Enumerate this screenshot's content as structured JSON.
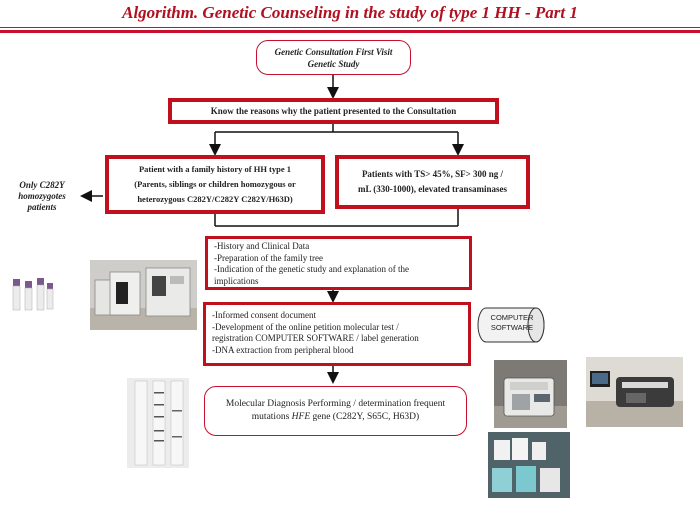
{
  "title": "Algorithm. Genetic Counseling in the study of type 1 HH - Part 1",
  "first_visit": {
    "line1": "Genetic Consultation First Visit",
    "line2": "Genetic Study"
  },
  "reasons": "Know the reasons why the patient presented to the Consultation",
  "family_history": {
    "line1": "Patient with a family history of HH type 1",
    "line2": "(Parents, siblings or children homozygous or",
    "line3": "heterozygous C282Y/C282Y C282Y/H63D)"
  },
  "patients_ts": {
    "line1": "Patients with TS> 45%, SF> 300 ng /",
    "line2": "mL (330-1000), elevated transaminases"
  },
  "side_note": {
    "line1": "Only C282Y",
    "line2": "homozygotes",
    "line3": "patients"
  },
  "history": {
    "line1": "-History and Clinical Data",
    "line2": "-Preparation of the family tree",
    "line3": "-Indication of the genetic study and explanation of the",
    "line4": "implications"
  },
  "consent": {
    "line1": "-Informed consent document",
    "line2": "-Development of the online petition molecular test /",
    "line3": "registration COMPUTER SOFTWARE / label generation",
    "line4": "-DNA extraction from peripheral blood"
  },
  "software": {
    "line1": "COMPUTER",
    "line2": "SOFTWARE"
  },
  "diagnosis": {
    "line1": "Molecular Diagnosis Performing / determination frequent",
    "line2_pre": "mutations ",
    "line2_gene": "HFE",
    "line2_post": " gene (C282Y, S65C, H63D)"
  },
  "colors": {
    "accent": "#c8102e",
    "title": "#b01020",
    "text": "#222222"
  }
}
